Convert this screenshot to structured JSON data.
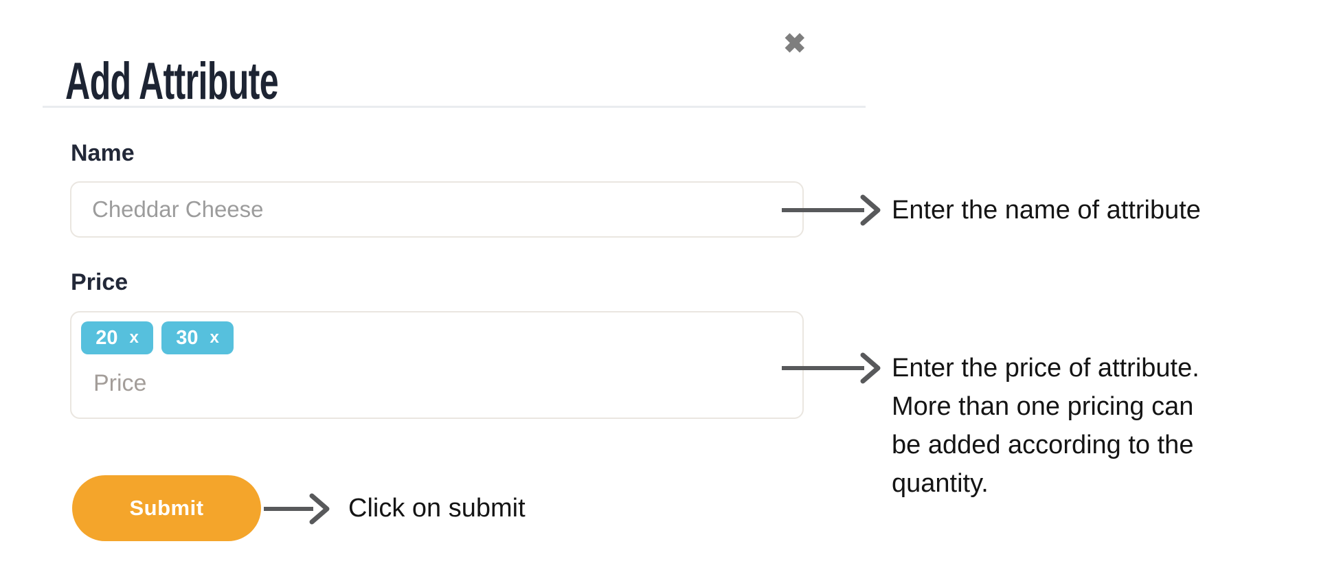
{
  "modal": {
    "title": "Add Attribute",
    "close_icon": "✖",
    "name_field": {
      "label": "Name",
      "placeholder": "Cheddar Cheese"
    },
    "price_field": {
      "label": "Price",
      "placeholder": "Price",
      "tags": [
        {
          "value": "20",
          "remove": "x"
        },
        {
          "value": "30",
          "remove": "x"
        }
      ]
    },
    "submit_label": "Submit"
  },
  "annotations": {
    "name_hint": "Enter the name of attribute",
    "price_hint_lines": [
      "Enter the price of attribute.",
      "More than one pricing can",
      "be added according to the",
      "quantity."
    ],
    "submit_hint": "Click on submit"
  },
  "colors": {
    "accent_orange": "#f4a52b",
    "tag_blue": "#56c0dd",
    "arrow_gray": "#58595b",
    "title_dark": "#1d2433",
    "divider": "#e9ecef",
    "border": "#eae6e0"
  }
}
